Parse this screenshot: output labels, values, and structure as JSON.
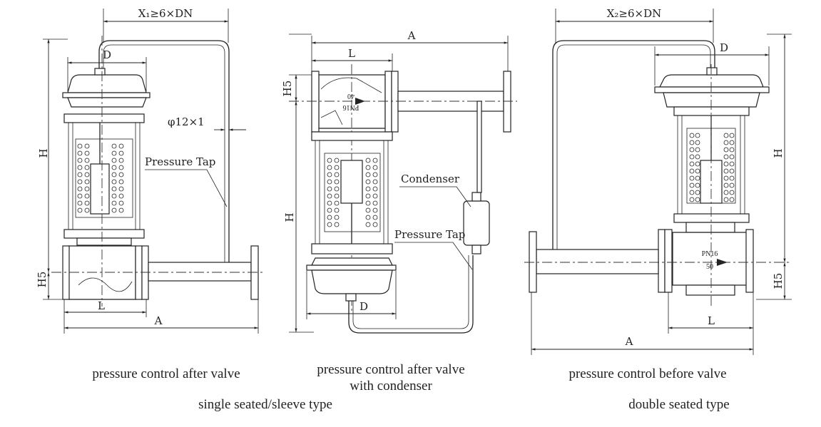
{
  "diagram_left": {
    "x1_label": "X₁≥6×DN",
    "d_label": "D",
    "h_label": "H",
    "h5_label": "H5",
    "l_label": "L",
    "a_label": "A",
    "tube_label": "φ12×1",
    "tap_label": "Pressure Tap",
    "caption": "pressure control after valve"
  },
  "diagram_middle": {
    "a_label": "A",
    "l_label": "L",
    "h5_label": "H5",
    "h_label": "H",
    "d_label": "D",
    "body_dn": "40",
    "body_pn": "PN16",
    "condenser_label": "Condenser",
    "tap_label": "Pressure Tap",
    "caption_line1": "pressure control after valve",
    "caption_line2": "with condenser"
  },
  "diagram_right": {
    "x2_label": "X₂≥6×DN",
    "d_label": "D",
    "h_label": "H",
    "h5_label": "H5",
    "l_label": "L",
    "a_label": "A",
    "body_pn": "PN16",
    "body_dn": "50",
    "caption": "pressure control before valve"
  },
  "group_captions": {
    "single": "single seated/sleeve type",
    "double": "double seated type"
  }
}
